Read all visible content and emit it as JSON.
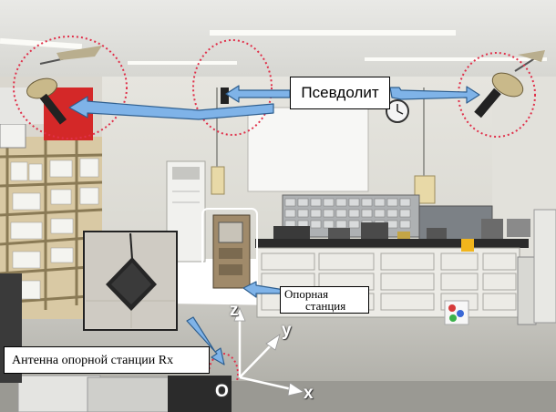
{
  "labels": {
    "pseudolite": "Псевдолит",
    "reference_station_line1": "Опорная",
    "reference_station_line2": "станция",
    "reference_antenna": "Антенна опорной  станции Rx"
  },
  "axes": {
    "x": "x",
    "y": "y",
    "z": "z",
    "origin": "O"
  },
  "colors": {
    "arrow": "#7fb3e8",
    "circle": "#e0304a",
    "axis": "#ffffff"
  }
}
